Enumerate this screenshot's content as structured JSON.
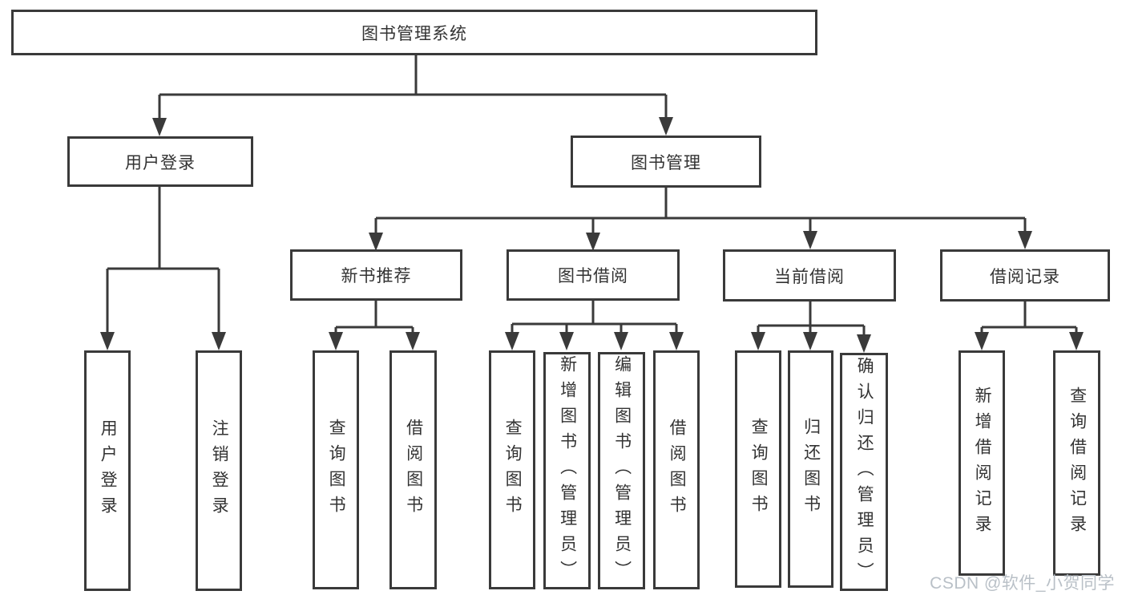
{
  "tree": {
    "label": "图书管理系统",
    "children": [
      {
        "label": "用户登录",
        "children": [
          {
            "label": "用户登录"
          },
          {
            "label": "注销登录"
          }
        ]
      },
      {
        "label": "图书管理",
        "children": [
          {
            "label": "新书推荐",
            "children": [
              {
                "label": "查询图书"
              },
              {
                "label": "借阅图书"
              }
            ]
          },
          {
            "label": "图书借阅",
            "children": [
              {
                "label": "查询图书"
              },
              {
                "label": "新增图书（管理员）"
              },
              {
                "label": "编辑图书（管理员）"
              },
              {
                "label": "借阅图书"
              }
            ]
          },
          {
            "label": "当前借阅",
            "children": [
              {
                "label": "查询图书"
              },
              {
                "label": "归还图书"
              },
              {
                "label": "确认归还（管理员）"
              }
            ]
          },
          {
            "label": "借阅记录",
            "children": [
              {
                "label": "新增借阅记录"
              },
              {
                "label": "查询借阅记录"
              }
            ]
          }
        ]
      }
    ]
  },
  "watermark": {
    "text": "CSDN @软件_小贺同学",
    "color": "#b9c0c7"
  },
  "colors": {
    "line": "#3a3a3a",
    "text": "#333333",
    "background": "#ffffff"
  }
}
